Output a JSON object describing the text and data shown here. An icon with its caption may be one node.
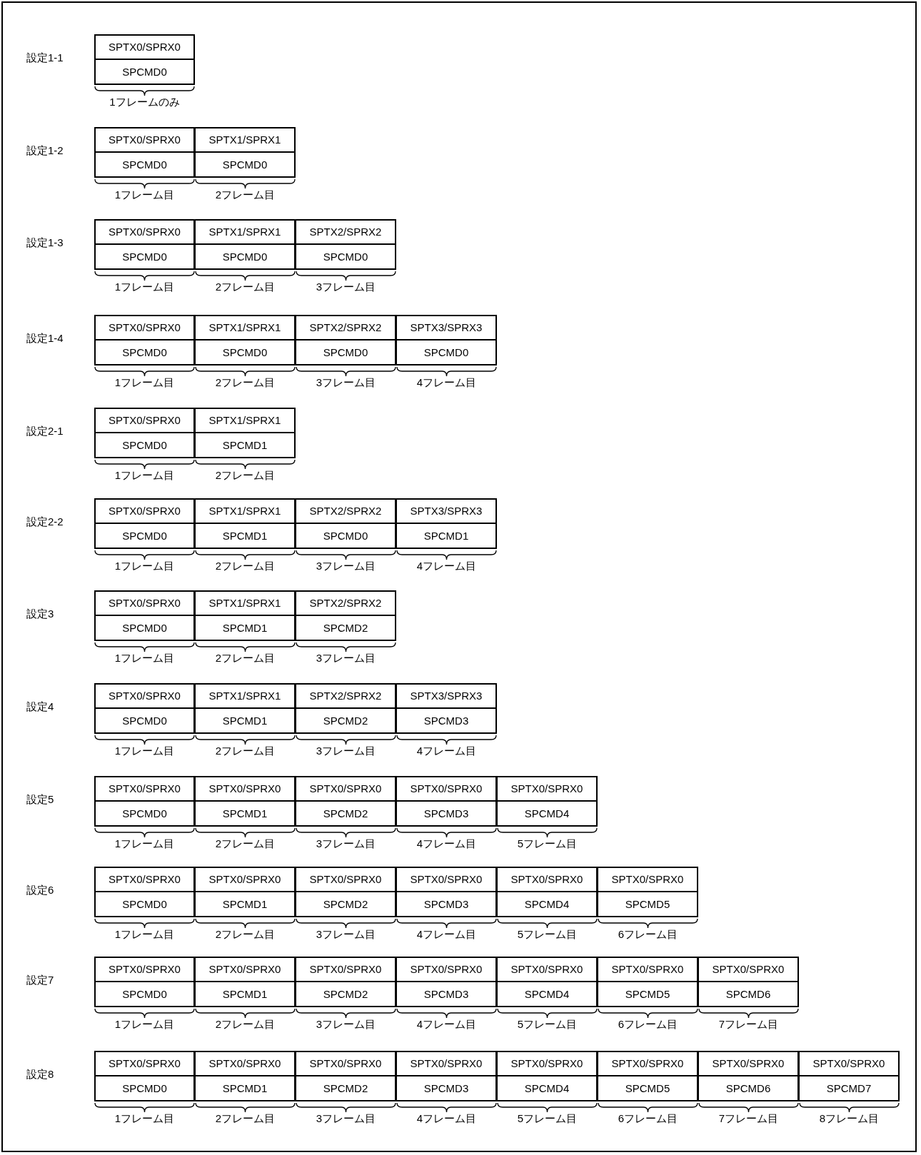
{
  "diagram": {
    "nodes": [
      {
        "text": [
          "SPTX0/SPRX0",
          "SPCMD0"
        ],
        "beside": [
          "1フレームのみ"
        ]
      },
      {
        "text": [
          "SPTX0/SPRX0",
          "SPCMD0"
        ],
        "beside": [
          "1フレーム目"
        ]
      },
      {
        "text": [
          "SPTX1/SPRX1",
          "SPCMD0"
        ],
        "beside": [
          "2フレーム目"
        ]
      },
      {
        "text": [
          "SPTX0/SPRX0",
          "SPCMD0"
        ],
        "beside": [
          "1フレーム目"
        ]
      },
      {
        "text": [
          "SPTX1/SPRX1",
          "SPCMD0"
        ],
        "beside": [
          "2フレーム目"
        ]
      },
      {
        "text": [
          "SPTX2/SPRX2",
          "SPCMD0"
        ],
        "beside": [
          "3フレーム目"
        ]
      },
      {
        "text": [
          "SPTX0/SPRX0",
          "SPCMD0"
        ],
        "beside": [
          "1フレーム目"
        ]
      },
      {
        "text": [
          "SPTX1/SPRX1",
          "SPCMD0"
        ],
        "beside": [
          "2フレーム目"
        ]
      },
      {
        "text": [
          "SPTX2/SPRX2",
          "SPCMD0"
        ],
        "beside": [
          "3フレーム目"
        ]
      },
      {
        "text": [
          "SPTX3/SPRX3",
          "SPCMD0"
        ],
        "beside": [
          "4フレーム目"
        ]
      },
      {
        "text": [
          "SPTX0/SPRX0",
          "SPCMD0"
        ],
        "beside": [
          "1フレーム目"
        ]
      },
      {
        "text": [
          "SPTX1/SPRX1",
          "SPCMD1"
        ],
        "beside": [
          "2フレーム目"
        ]
      },
      {
        "text": [
          "SPTX0/SPRX0",
          "SPCMD0"
        ],
        "beside": [
          "1フレーム目"
        ]
      },
      {
        "text": [
          "SPTX1/SPRX1",
          "SPCMD1"
        ],
        "beside": [
          "2フレーム目"
        ]
      },
      {
        "text": [
          "SPTX2/SPRX2",
          "SPCMD0"
        ],
        "beside": [
          "3フレーム目"
        ]
      },
      {
        "text": [
          "SPTX3/SPRX3",
          "SPCMD1"
        ],
        "beside": [
          "4フレーム目"
        ]
      },
      {
        "text": [
          "SPTX0/SPRX0",
          "SPCMD0"
        ],
        "beside": [
          "1フレーム目"
        ]
      },
      {
        "text": [
          "SPTX1/SPRX1",
          "SPCMD1"
        ],
        "beside": [
          "2フレーム目"
        ]
      },
      {
        "text": [
          "SPTX2/SPRX2",
          "SPCMD2"
        ],
        "beside": [
          "3フレーム目"
        ]
      },
      {
        "text": [
          "SPTX0/SPRX0",
          "SPCMD0"
        ],
        "beside": [
          "1フレーム目"
        ]
      },
      {
        "text": [
          "SPTX1/SPRX1",
          "SPCMD1"
        ],
        "beside": [
          "2フレーム目"
        ]
      },
      {
        "text": [
          "SPTX2/SPRX2",
          "SPCMD2"
        ],
        "beside": [
          "3フレーム目"
        ]
      },
      {
        "text": [
          "SPTX3/SPRX3",
          "SPCMD3"
        ],
        "beside": [
          "4フレーム目"
        ]
      },
      {
        "text": [
          "SPTX0/SPRX0",
          "SPCMD0"
        ],
        "beside": [
          "1フレーム目"
        ]
      },
      {
        "text": [
          "SPTX0/SPRX0",
          "SPCMD1"
        ],
        "beside": [
          "2フレーム目"
        ]
      },
      {
        "text": [
          "SPTX0/SPRX0",
          "SPCMD2"
        ],
        "beside": [
          "3フレーム目"
        ]
      },
      {
        "text": [
          "SPTX0/SPRX0",
          "SPCMD3"
        ],
        "beside": [
          "4フレーム目"
        ]
      },
      {
        "text": [
          "SPTX0/SPRX0",
          "SPCMD4"
        ],
        "beside": [
          "5フレーム目"
        ]
      },
      {
        "text": [
          "SPTX0/SPRX0",
          "SPCMD0"
        ],
        "beside": [
          "1フレーム目"
        ]
      },
      {
        "text": [
          "SPTX0/SPRX0",
          "SPCMD1"
        ],
        "beside": [
          "2フレーム目"
        ]
      },
      {
        "text": [
          "SPTX0/SPRX0",
          "SPCMD2"
        ],
        "beside": [
          "3フレーム目"
        ]
      },
      {
        "text": [
          "SPTX0/SPRX0",
          "SPCMD3"
        ],
        "beside": [
          "4フレーム目"
        ]
      },
      {
        "text": [
          "SPTX0/SPRX0",
          "SPCMD4"
        ],
        "beside": [
          "5フレーム目"
        ]
      },
      {
        "text": [
          "SPTX0/SPRX0",
          "SPCMD5"
        ],
        "beside": [
          "6フレーム目"
        ]
      },
      {
        "text": [
          "SPTX0/SPRX0",
          "SPCMD0"
        ],
        "beside": [
          "1フレーム目"
        ]
      },
      {
        "text": [
          "SPTX0/SPRX0",
          "SPCMD1"
        ],
        "beside": [
          "2フレーム目"
        ]
      },
      {
        "text": [
          "SPTX0/SPRX0",
          "SPCMD2"
        ],
        "beside": [
          "3フレーム目"
        ]
      },
      {
        "text": [
          "SPTX0/SPRX0",
          "SPCMD3"
        ],
        "beside": [
          "4フレーム目"
        ]
      },
      {
        "text": [
          "SPTX0/SPRX0",
          "SPCMD4"
        ],
        "beside": [
          "5フレーム目"
        ]
      },
      {
        "text": [
          "SPTX0/SPRX0",
          "SPCMD5"
        ],
        "beside": [
          "6フレーム目"
        ]
      },
      {
        "text": [
          "SPTX0/SPRX0",
          "SPCMD6"
        ],
        "beside": [
          "7フレーム目"
        ]
      },
      {
        "text": [
          "SPTX0/SPRX0",
          "SPCMD0"
        ],
        "beside": [
          "1フレーム目"
        ]
      },
      {
        "text": [
          "SPTX0/SPRX0",
          "SPCMD1"
        ],
        "beside": [
          "2フレーム目"
        ]
      },
      {
        "text": [
          "SPTX0/SPRX0",
          "SPCMD2"
        ],
        "beside": [
          "3フレーム目"
        ]
      },
      {
        "text": [
          "SPTX0/SPRX0",
          "SPCMD3"
        ],
        "beside": [
          "4フレーム目"
        ]
      },
      {
        "text": [
          "SPTX0/SPRX0",
          "SPCMD4"
        ],
        "beside": [
          "5フレーム目"
        ]
      },
      {
        "text": [
          "SPTX0/SPRX0",
          "SPCMD5"
        ],
        "beside": [
          "6フレーム目"
        ]
      },
      {
        "text": [
          "SPTX0/SPRX0",
          "SPCMD6"
        ],
        "beside": [
          "7フレーム目"
        ]
      },
      {
        "text": [
          "SPTX0/SPRX0",
          "SPCMD7"
        ],
        "beside": [
          "8フレーム目"
        ]
      }
    ],
    "edges": [],
    "labels": [
      "設定1-1",
      "設定1-2",
      "設定1-3",
      "設定1-4",
      "設定2-1",
      "設定2-2",
      "設定3",
      "設定4",
      "設定5",
      "設定6",
      "設定7",
      "設定8"
    ]
  }
}
